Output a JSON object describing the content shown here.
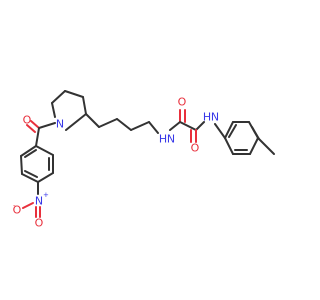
{
  "atom_labels": {
    "o_carbonyl_benzoyl": "O",
    "n_piperidine": "N",
    "o_oxalyl_left": "O",
    "o_oxalyl_right": "O",
    "n_amide_left_h": "H",
    "n_amide_left": "N",
    "n_amide_right_h": "H",
    "n_amide_right": "N",
    "n_nitro": "N",
    "n_nitro_charge": "+",
    "o_nitro_left": "O",
    "o_nitro_left_charge": "-",
    "o_nitro_bottom": "O"
  },
  "colors": {
    "bond": "#333333",
    "oxygen": "#e8303c",
    "nitrogen": "#3838e8",
    "background": "#ffffff"
  }
}
